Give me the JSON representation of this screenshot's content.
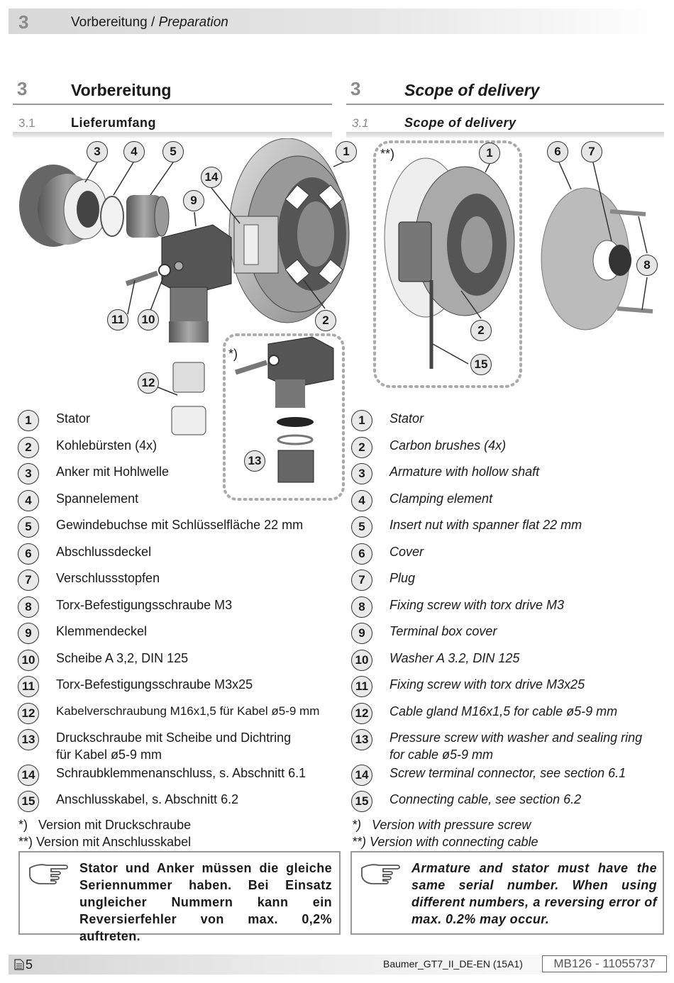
{
  "header": {
    "chapter_number": "3",
    "title_de": "Vorbereitung",
    "separator": " / ",
    "title_en": "Preparation"
  },
  "section_de": {
    "number": "3",
    "title": "Vorbereitung",
    "sub_number": "3.1",
    "sub_title": "Lieferumfang"
  },
  "section_en": {
    "number": "3",
    "title": "Scope of delivery",
    "sub_number": "3.1",
    "sub_title": "Scope of delivery"
  },
  "figure": {
    "marker_single": "*)",
    "marker_double": "**)",
    "callouts": [
      "1",
      "2",
      "3",
      "4",
      "5",
      "9",
      "10",
      "11",
      "12",
      "13",
      "14",
      "1",
      "2",
      "6",
      "7",
      "8",
      "15"
    ]
  },
  "legend_de": [
    {
      "n": "1",
      "text": "Stator"
    },
    {
      "n": "2",
      "text": "Kohlebürsten (4x)"
    },
    {
      "n": "3",
      "text": "Anker mit Hohlwelle"
    },
    {
      "n": "4",
      "text": "Spannelement"
    },
    {
      "n": "5",
      "text": "Gewindebuchse mit Schlüsselfläche 22 mm"
    },
    {
      "n": "6",
      "text": "Abschlussdeckel"
    },
    {
      "n": "7",
      "text": "Verschlussstopfen"
    },
    {
      "n": "8",
      "text": "Torx-Befestigungsschraube M3"
    },
    {
      "n": "9",
      "text": "Klemmendeckel"
    },
    {
      "n": "10",
      "text": "Scheibe A 3,2, DIN 125"
    },
    {
      "n": "11",
      "text": "Torx-Befestigungsschraube M3x25"
    },
    {
      "n": "12",
      "text": "Kabelverschraubung M16x1,5 für Kabel ø5-9 mm"
    },
    {
      "n": "13",
      "text": "Druckschraube mit Scheibe und Dichtring",
      "text2": "für Kabel ø5-9 mm"
    },
    {
      "n": "14",
      "text": "Schraubklemmenanschluss, s. Abschnitt 6.1"
    },
    {
      "n": "15",
      "text": "Anschlusskabel, s. Abschnitt 6.2"
    }
  ],
  "legend_en": [
    {
      "n": "1",
      "text": "Stator"
    },
    {
      "n": "2",
      "text": "Carbon brushes (4x)"
    },
    {
      "n": "3",
      "text": "Armature with hollow shaft"
    },
    {
      "n": "4",
      "text": "Clamping element"
    },
    {
      "n": "5",
      "text": "Insert nut with spanner flat 22 mm"
    },
    {
      "n": "6",
      "text": "Cover"
    },
    {
      "n": "7",
      "text": "Plug"
    },
    {
      "n": "8",
      "text": "Fixing screw with torx drive M3"
    },
    {
      "n": "9",
      "text": "Terminal box cover"
    },
    {
      "n": "10",
      "text": "Washer A 3.2, DIN 125"
    },
    {
      "n": "11",
      "text": "Fixing screw with torx drive M3x25"
    },
    {
      "n": "12",
      "text": "Cable gland M16x1,5 for cable ø5-9 mm"
    },
    {
      "n": "13",
      "text": "Pressure screw with washer and sealing ring",
      "text2": "for cable ø5-9 mm"
    },
    {
      "n": "14",
      "text": "Screw terminal connector, see section 6.1"
    },
    {
      "n": "15",
      "text": "Connecting cable, see section 6.2"
    }
  ],
  "footnotes_de": [
    {
      "mark": "*)",
      "text": "Version mit Druckschraube"
    },
    {
      "mark": "**)",
      "text": "Version mit Anschlusskabel"
    }
  ],
  "footnotes_en": [
    {
      "mark": "*)",
      "text": "Version with pressure screw"
    },
    {
      "mark": "**)",
      "text": "Version with connecting cable"
    }
  ],
  "note_de": "Stator und Anker müssen die gleiche Seriennummer haben. Bei Einsatz ungleicher Nummern kann ein Reversierfehler von max. 0,2% auftreten.",
  "note_en": "Armature and stator must have the same serial number. When using different numbers, a reversing error of max. 0.2% may occur.",
  "icons": {
    "note": "pointing-hand-icon",
    "page": "page-icon"
  },
  "footer": {
    "page": "5",
    "doc_name": "Baumer_GT7_II_DE-EN  (15A1)",
    "doc_id": "MB126 - 11055737"
  }
}
